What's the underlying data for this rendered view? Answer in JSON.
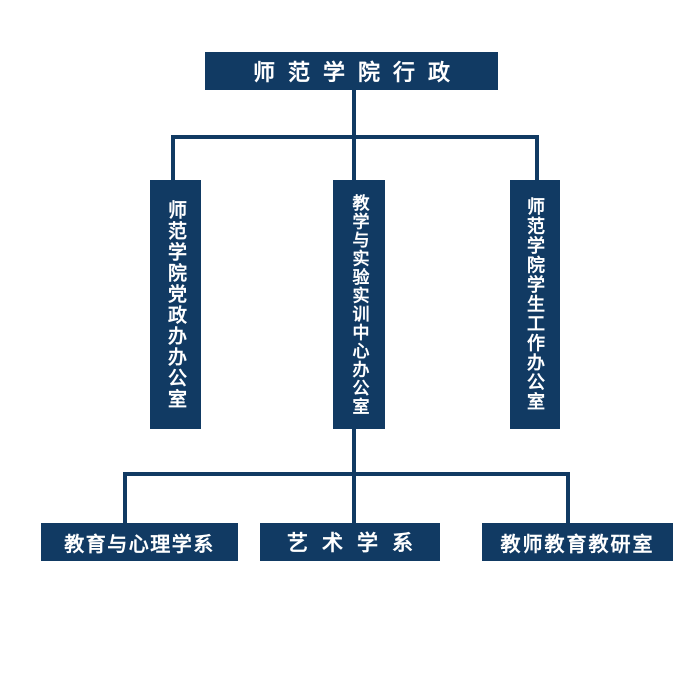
{
  "colors": {
    "node_fill": "#113a63",
    "node_text": "#ffffff",
    "connector": "#113a63",
    "background": "#ffffff"
  },
  "org_chart": {
    "root": {
      "label": "师范学院行政"
    },
    "offices": [
      {
        "label": "师范学院党政办办公室"
      },
      {
        "label": "教学与实验实训中心办公室"
      },
      {
        "label": "师范学院学生工作办公室"
      }
    ],
    "departments": [
      {
        "label": "教育与心理学系"
      },
      {
        "label": "艺术学系"
      },
      {
        "label": "教师教育教研室"
      }
    ]
  }
}
